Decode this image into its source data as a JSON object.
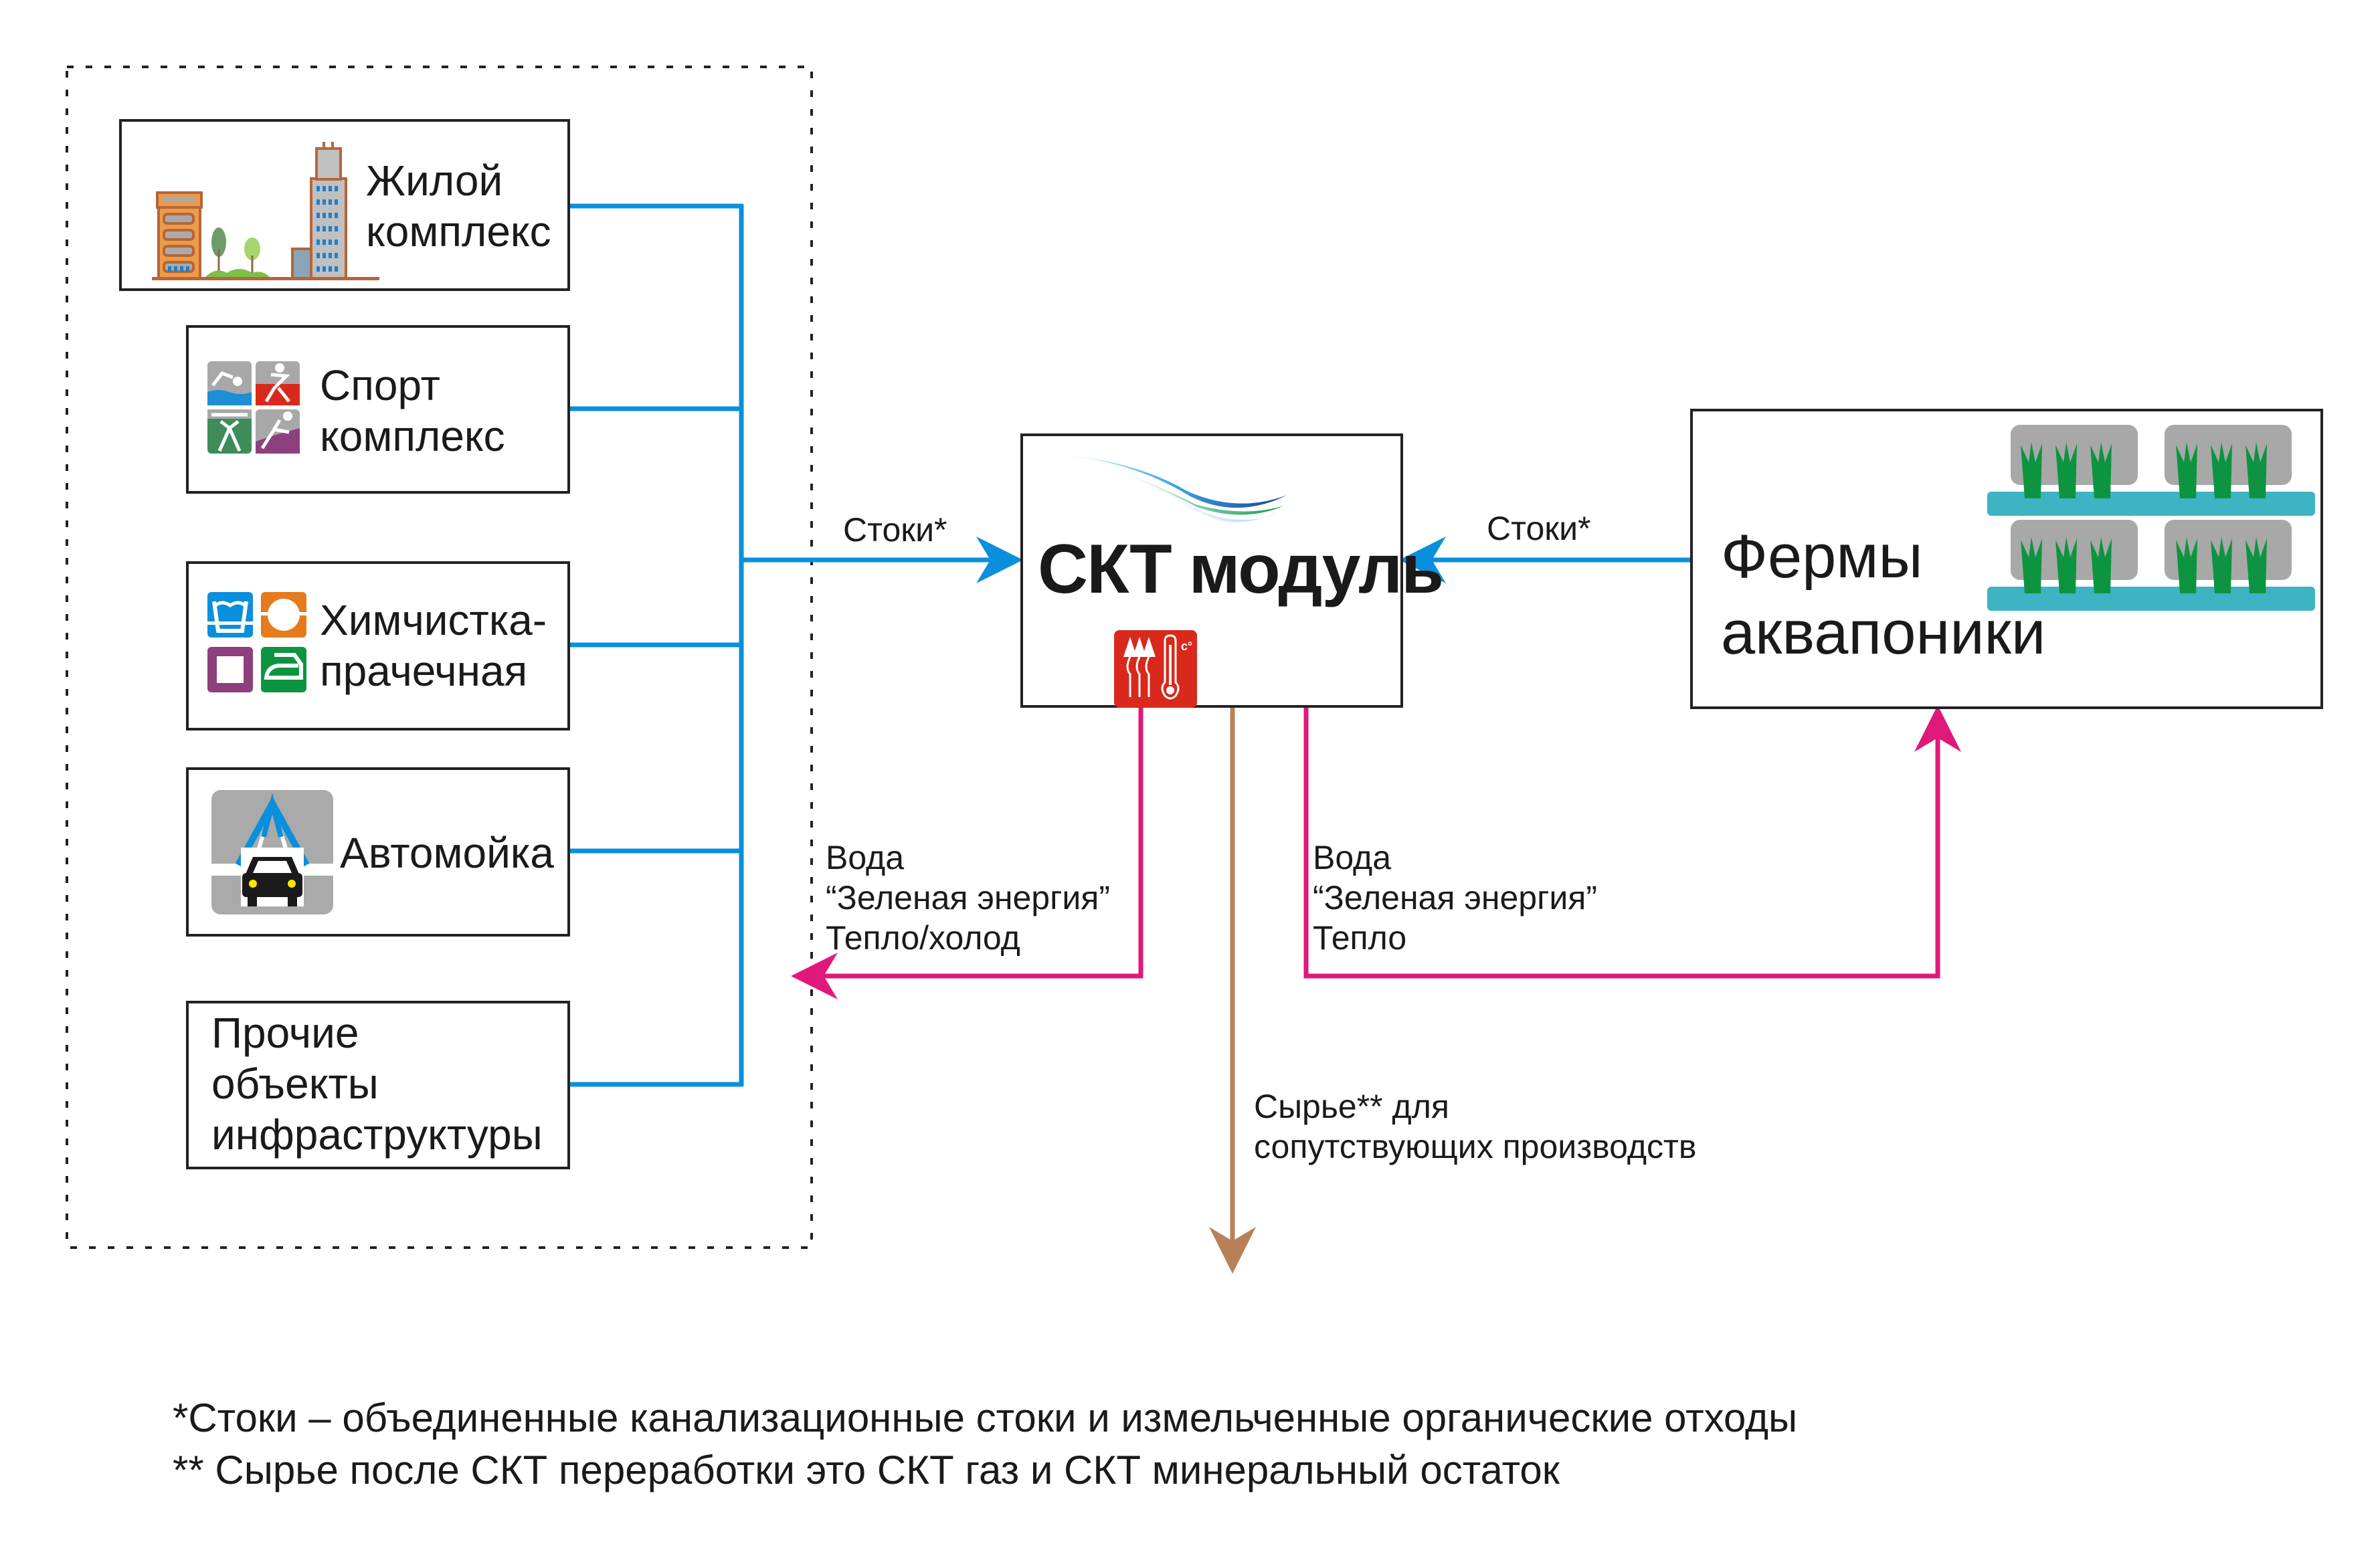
{
  "sources": [
    {
      "label": "Жилой\nкомплекс",
      "icon": "residential-buildings-icon"
    },
    {
      "label": "Спорт\nкомплекс",
      "icon": "sports-icon"
    },
    {
      "label": "Химчистка-\nпрачечная",
      "icon": "laundry-icon"
    },
    {
      "label": "Автомойка",
      "icon": "car-wash-icon"
    },
    {
      "label": "Прочие\nобъекты\nинфраструктуры",
      "icon": null
    }
  ],
  "module": {
    "title": "СКТ модуль",
    "icon": "heat-thermometer-icon"
  },
  "farm": {
    "label": "Фермы\nаквапоники",
    "icon": "aquaponics-plants-icon"
  },
  "flows": {
    "left_inflow": "Стоки*",
    "right_inflow": "Стоки*",
    "left_outflow": "Вода\n“Зеленая энергия”\nТепло/холод",
    "right_outflow": "Вода\n“Зеленая энергия”\nТепло",
    "down_outflow": "Сырье** для\nсопутствующих производств"
  },
  "footnotes": [
    "*Стоки – объединенные канализационные стоки и измельченные органические отходы",
    "** Сырье после СКТ переработки это СКТ газ и СКТ минеральный остаток"
  ],
  "colors": {
    "inflow": "#0a8fdc",
    "outflow": "#e0187a",
    "raw_material": "#b98158",
    "border": "#222222"
  }
}
